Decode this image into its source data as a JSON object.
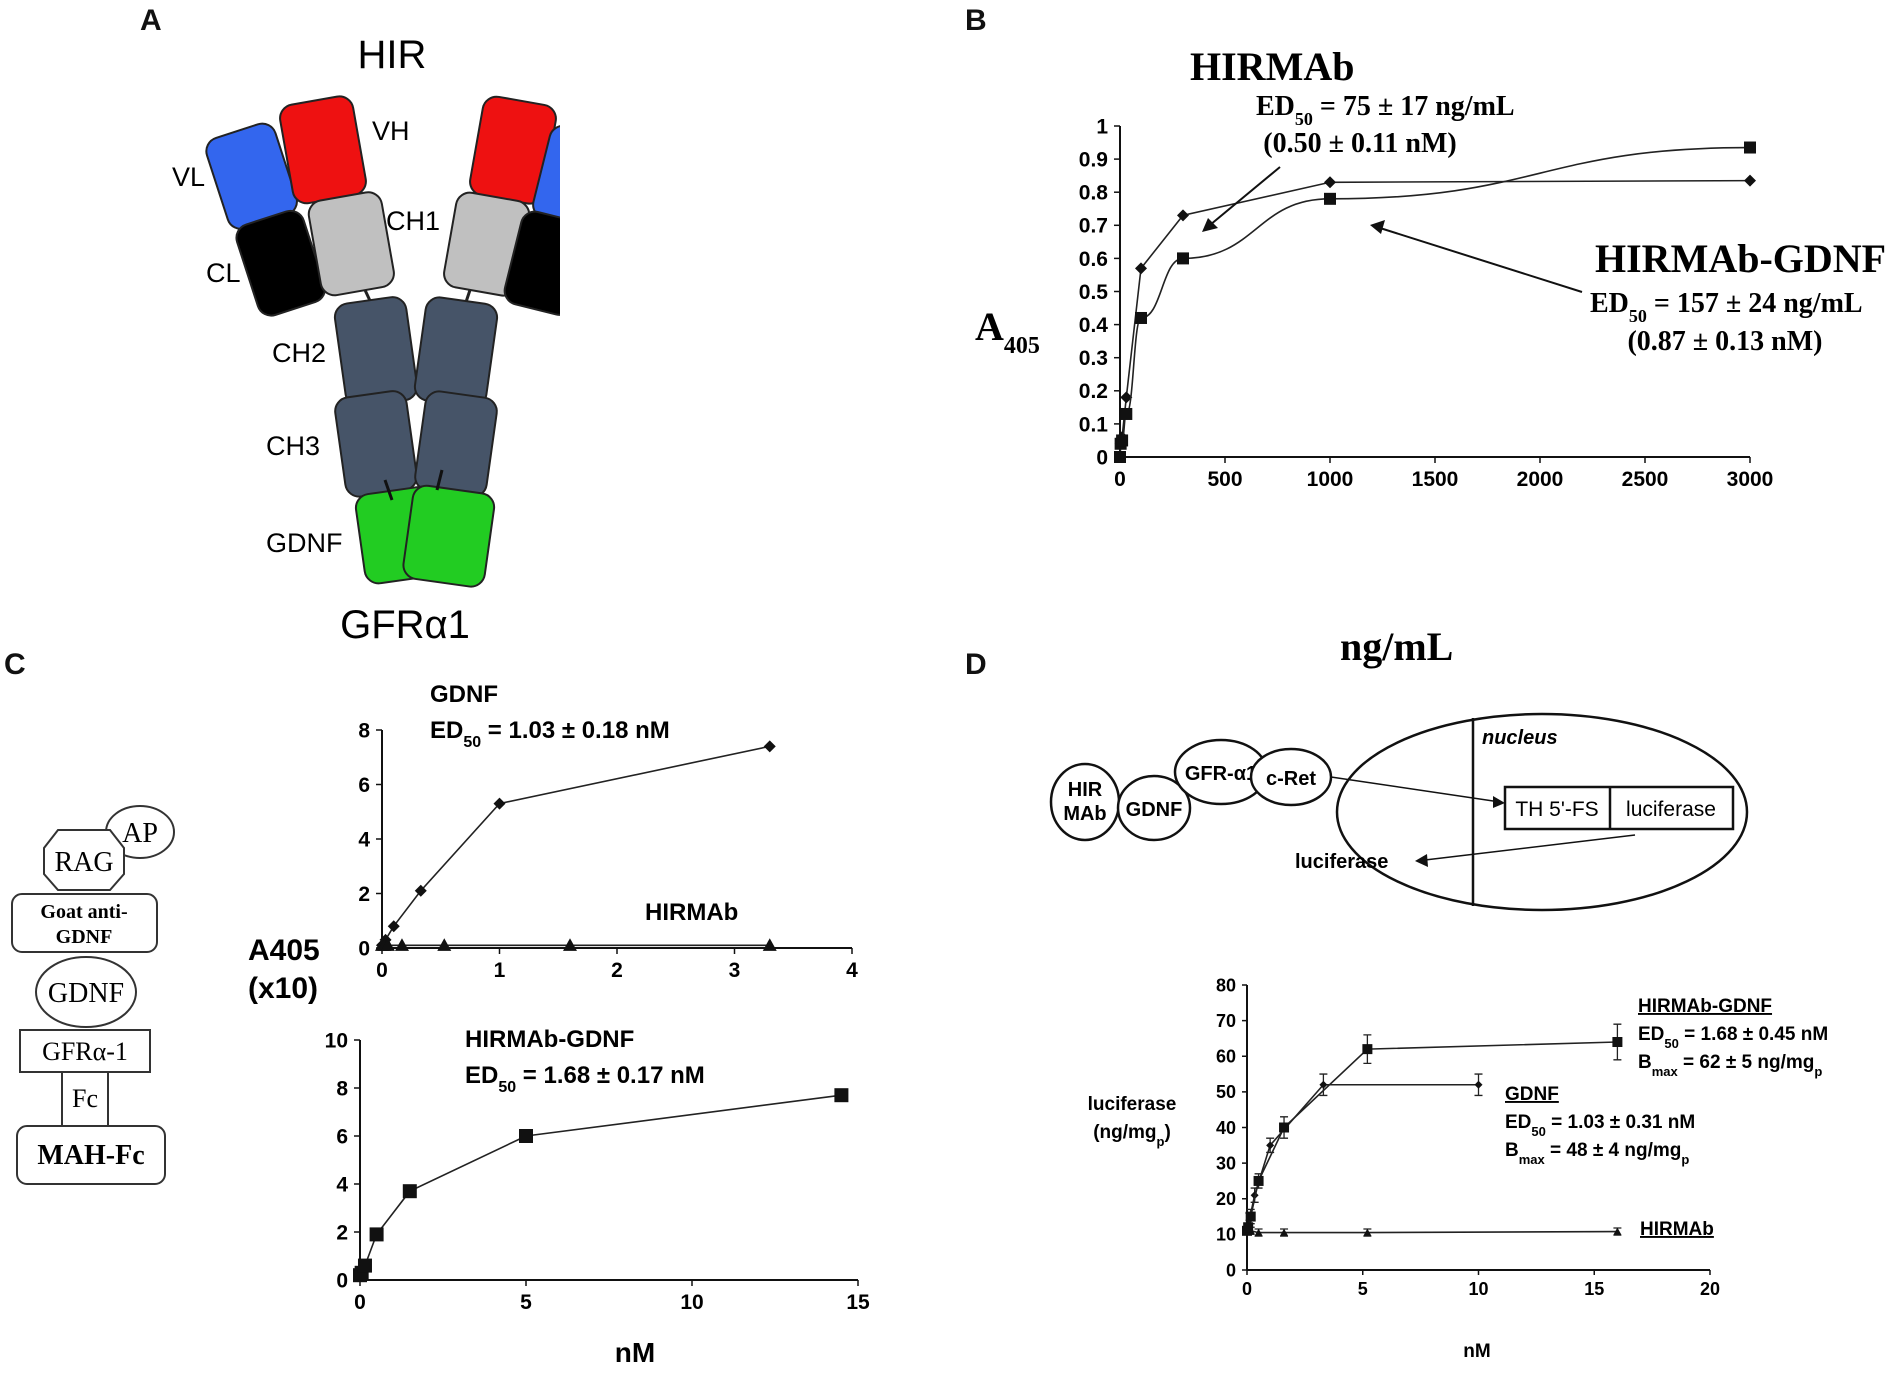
{
  "panels": {
    "a": "A",
    "b": "B",
    "c": "C",
    "d": "D"
  },
  "diagramA": {
    "title": "HIR",
    "labels": {
      "vh": "VH",
      "vl": "VL",
      "ch1": "CH1",
      "cl": "CL",
      "ch2": "CH2",
      "ch3": "CH3",
      "gdnf": "GDNF"
    },
    "bottom": "GFRα1",
    "colors": {
      "vl": "#3366ee",
      "vh": "#ee1111",
      "ch1": "#c0c0c0",
      "cl": "#000000",
      "ch": "#465468",
      "gdnf": "#22cc22"
    }
  },
  "chartB": {
    "hirmab_title": "HIRMAb",
    "hirmab_ed": "ED",
    "hirmab_ed_sub": "50",
    "hirmab_ed_val": " = 75 ± 17 ng/mL",
    "hirmab_nm": "(0.50 ± 0.11 nM)",
    "fusion_title": "HIRMAb-GDNF",
    "fusion_ed": "ED",
    "fusion_ed_sub": "50",
    "fusion_ed_val": " = 157 ± 24 ng/mL",
    "fusion_nm": "(0.87 ± 0.13 nM)",
    "ylabel": "A",
    "ylabel_sub": "405",
    "xlabel": "ng/mL"
  },
  "diagramC": {
    "ap": "AP",
    "rag": "RAG",
    "goat1": "Goat anti-",
    "goat2": "GDNF",
    "gdnf": "GDNF",
    "gfr": "GFRα-1",
    "fc": "Fc",
    "mahfc": "MAH-Fc"
  },
  "chartC": {
    "ylabel1": "A405",
    "ylabel2": "(x10)",
    "top_title": "GDNF",
    "top_ed": "ED",
    "top_ed_sub": "50",
    "top_ed_val": " = 1.03 ± 0.18 nM",
    "hirmab_label": "HIRMAb",
    "bottom_title": "HIRMAb-GDNF",
    "bottom_ed": "ED",
    "bottom_ed_sub": "50",
    "bottom_ed_val": " = 1.68 ± 0.17 nM",
    "xlabel": "nM"
  },
  "diagramD": {
    "nucleus": "nucleus",
    "hir1": "HIR",
    "hir2": "MAb",
    "gdnf": "GDNF",
    "gfr": "GFR-α1",
    "cret": "c-Ret",
    "th": "TH 5'-FS",
    "luc_box": "luciferase",
    "luc": "luciferase"
  },
  "chartD": {
    "ylabel1": "luciferase",
    "ylabel2": "(ng/mg",
    "ylabel2_sub": "p",
    "ylabel2_end": ")",
    "xlabel": "nM",
    "fusion_title": "HIRMAb-GDNF",
    "fusion_ed": "ED",
    "fusion_ed_sub": "50",
    "fusion_ed_val": " = 1.68 ± 0.45 nM",
    "fusion_b": "B",
    "fusion_b_sub": "max",
    "fusion_b_val": " = 62 ± 5 ng/mg",
    "fusion_b_p": "p",
    "gdnf_title": "GDNF",
    "gdnf_ed": "ED",
    "gdnf_ed_sub": "50",
    "gdnf_ed_val": " = 1.03 ± 0.31 nM",
    "gdnf_b": "B",
    "gdnf_b_sub": "max",
    "gdnf_b_val": " = 48 ± 4 ng/mg",
    "gdnf_b_p": "p",
    "hirmab_title": "HIRMAb"
  },
  "chart_data": [
    {
      "type": "line",
      "panel": "B",
      "xlabel": "ng/mL",
      "ylabel": "A405",
      "xlim": [
        0,
        3000
      ],
      "ylim": [
        0,
        1
      ],
      "xticks": [
        0,
        500,
        1000,
        1500,
        2000,
        2500,
        3000
      ],
      "yticks": [
        0,
        0.1,
        0.2,
        0.3,
        0.4,
        0.5,
        0.6,
        0.7,
        0.8,
        0.9,
        1
      ],
      "series": [
        {
          "name": "HIRMAb",
          "marker": "diamond",
          "x": [
            0,
            3,
            10,
            30,
            100,
            300,
            1000,
            3000
          ],
          "y": [
            0.0,
            0.04,
            0.06,
            0.18,
            0.57,
            0.73,
            0.83,
            0.835
          ]
        },
        {
          "name": "HIRMAb-GDNF",
          "marker": "square",
          "x": [
            0,
            3,
            10,
            30,
            100,
            300,
            1000,
            3000
          ],
          "y": [
            0.0,
            0.04,
            0.05,
            0.13,
            0.42,
            0.6,
            0.78,
            0.935
          ]
        }
      ]
    },
    {
      "type": "line",
      "panel": "C-top",
      "xlim": [
        0,
        4
      ],
      "ylim": [
        0,
        8
      ],
      "xticks": [
        0,
        1,
        2,
        3,
        4
      ],
      "yticks": [
        0,
        2,
        4,
        6,
        8
      ],
      "series": [
        {
          "name": "GDNF",
          "marker": "diamond",
          "x": [
            0,
            0.03,
            0.1,
            0.33,
            1.0,
            3.3
          ],
          "y": [
            0.1,
            0.3,
            0.8,
            2.1,
            5.3,
            7.4
          ]
        },
        {
          "name": "HIRMAb",
          "marker": "triangle",
          "x": [
            0,
            0.02,
            0.05,
            0.17,
            0.53,
            1.6,
            3.3
          ],
          "y": [
            0.1,
            0.1,
            0.1,
            0.1,
            0.1,
            0.1,
            0.1
          ]
        }
      ]
    },
    {
      "type": "line",
      "panel": "C-bottom",
      "xlabel": "nM",
      "xlim": [
        0,
        15
      ],
      "ylim": [
        0,
        10
      ],
      "xticks": [
        0,
        5,
        10,
        15
      ],
      "yticks": [
        0,
        2,
        4,
        6,
        8,
        10
      ],
      "series": [
        {
          "name": "HIRMAb-GDNF",
          "marker": "square",
          "x": [
            0,
            0.05,
            0.15,
            0.5,
            1.5,
            5.0,
            14.5
          ],
          "y": [
            0.2,
            0.3,
            0.6,
            1.9,
            3.7,
            6.0,
            7.7
          ]
        }
      ]
    },
    {
      "type": "line",
      "panel": "D",
      "xlabel": "nM",
      "ylabel": "luciferase (ng/mgp)",
      "xlim": [
        0,
        20
      ],
      "ylim": [
        0,
        80
      ],
      "xticks": [
        0,
        5,
        10,
        15,
        20
      ],
      "yticks": [
        0,
        10,
        20,
        30,
        40,
        50,
        60,
        70,
        80
      ],
      "series": [
        {
          "name": "HIRMAb-GDNF",
          "marker": "square",
          "x": [
            0,
            0.05,
            0.16,
            0.5,
            1.6,
            5.2,
            16
          ],
          "y": [
            11,
            12,
            15,
            25,
            40,
            62,
            64
          ],
          "err": [
            1,
            1,
            2,
            2,
            3,
            4,
            5
          ]
        },
        {
          "name": "GDNF",
          "marker": "diamond",
          "x": [
            0,
            0.03,
            0.1,
            0.33,
            1.0,
            3.3,
            10
          ],
          "y": [
            11,
            12,
            14,
            21,
            35,
            52,
            52
          ],
          "err": [
            1,
            1,
            2,
            2,
            2,
            3,
            3
          ]
        },
        {
          "name": "HIRMAb",
          "marker": "triangle",
          "x": [
            0,
            0.05,
            0.16,
            0.5,
            1.6,
            5.2,
            16
          ],
          "y": [
            11,
            11,
            11,
            10.5,
            10.5,
            10.5,
            10.8
          ],
          "err": [
            1,
            1,
            1,
            1,
            1,
            1,
            1
          ]
        }
      ]
    }
  ]
}
